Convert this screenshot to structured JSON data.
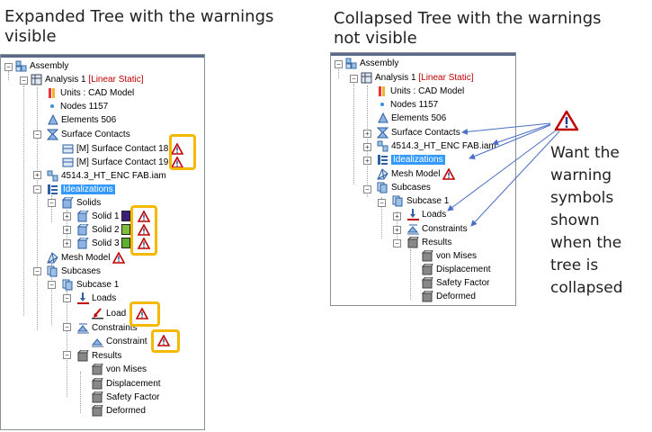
{
  "left_caption": [
    "Expanded Tree with the warnings",
    "visible"
  ],
  "right_caption": [
    "Collapsed Tree with the warnings",
    "not visible"
  ],
  "note_lines": [
    "Want the",
    "warning",
    "symbols",
    "shown",
    "when the",
    "tree is",
    "collapsed"
  ],
  "colors": {
    "highlight": "#f5b800",
    "selection": "#3399ff",
    "arrow": "#4a6fc4",
    "warning_red": "#c00000"
  },
  "left_tree": {
    "assembly": "Assembly",
    "analysis": "Analysis 1",
    "analysis_type": "[Linear Static]",
    "units": "Units : CAD Model",
    "nodes": "Nodes 1157",
    "elements": "Elements 506",
    "surface_contacts": "Surface Contacts",
    "contact_1": "[M] Surface Contact 18",
    "contact_2": "[M] Surface Contact 19",
    "part": "4514.3_HT_ENC FAB.iam",
    "idealizations": "Idealizations",
    "solids": "Solids",
    "solid_1": "Solid 1",
    "solid_2": "Solid 2",
    "solid_3": "Solid 3",
    "mesh_model": "Mesh Model",
    "subcases": "Subcases",
    "subcase_1": "Subcase 1",
    "loads": "Loads",
    "load": "Load",
    "constraints": "Constraints",
    "constraint": "Constraint",
    "results": "Results",
    "von_mises": "von Mises",
    "displacement": "Displacement",
    "safety_factor": "Safety Factor",
    "deformed": "Deformed"
  },
  "right_tree": {
    "assembly": "Assembly",
    "analysis": "Analysis 1",
    "analysis_type": "[Linear Static]",
    "units": "Units : CAD Model",
    "nodes": "Nodes 1157",
    "elements": "Elements 506",
    "surface_contacts": "Surface Contacts",
    "part": "4514.3_HT_ENC FAB.iam",
    "idealizations": "Idealizations",
    "mesh_model": "Mesh Model",
    "subcases": "Subcases",
    "subcase_1": "Subcase 1",
    "loads": "Loads",
    "constraints": "Constraints",
    "results": "Results",
    "von_mises": "von Mises",
    "displacement": "Displacement",
    "safety_factor": "Safety Factor",
    "deformed": "Deformed"
  }
}
